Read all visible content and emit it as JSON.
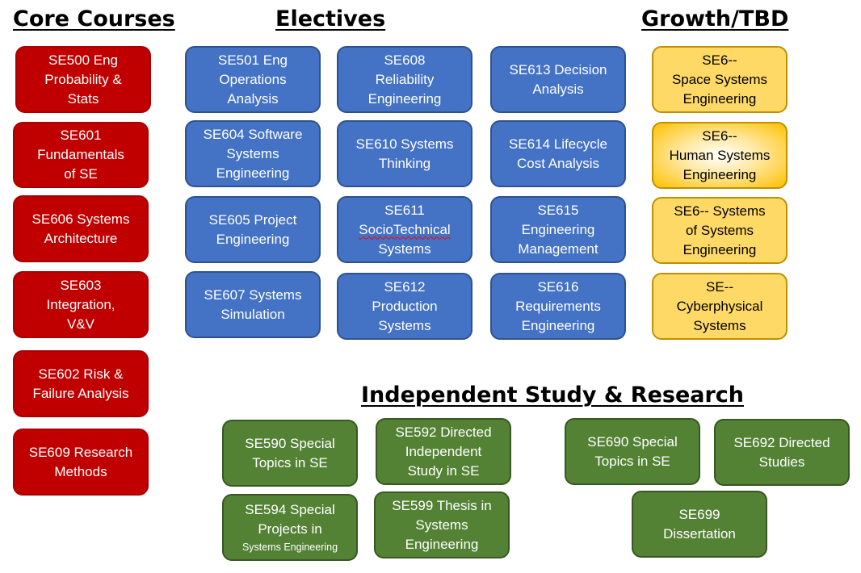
{
  "headings": {
    "core": "Core Courses",
    "electives": "Electives",
    "growth": "Growth/TBD",
    "independent": "Independent Study & Research"
  },
  "colors": {
    "core": "#c00000",
    "electives": "#4472c4",
    "growth": "#ffd966",
    "independent": "#548235"
  },
  "core": [
    {
      "lines": [
        "SE500 Eng",
        "Probability &",
        "Stats"
      ]
    },
    {
      "lines": [
        "SE601",
        "Fundamentals",
        "of SE"
      ]
    },
    {
      "lines": [
        "SE606 Systems",
        "Architecture"
      ]
    },
    {
      "lines": [
        "SE603",
        "Integration,",
        "V&V"
      ]
    },
    {
      "lines": [
        "SE602 Risk &",
        "Failure Analysis"
      ]
    },
    {
      "lines": [
        "SE609 Research",
        "Methods"
      ]
    }
  ],
  "electives": [
    {
      "lines": [
        "SE501 Eng",
        "Operations",
        "Analysis"
      ]
    },
    {
      "lines": [
        "SE604 Software",
        "Systems",
        "Engineering"
      ]
    },
    {
      "lines": [
        "SE605 Project",
        "Engineering"
      ]
    },
    {
      "lines": [
        "SE607 Systems",
        "Simulation"
      ]
    },
    {
      "lines": [
        "SE608",
        "Reliability",
        "Engineering"
      ]
    },
    {
      "lines": [
        "SE610 Systems",
        "Thinking"
      ]
    },
    {
      "lines": [
        "SE611",
        "SocioTechnical",
        "Systems"
      ]
    },
    {
      "lines": [
        "SE612",
        "Production",
        "Systems"
      ]
    },
    {
      "lines": [
        "SE613 Decision",
        "Analysis"
      ]
    },
    {
      "lines": [
        "SE614 Lifecycle",
        "Cost Analysis"
      ]
    },
    {
      "lines": [
        "SE615",
        "Engineering",
        "Management"
      ]
    },
    {
      "lines": [
        "SE616",
        "Requirements",
        "Engineering"
      ]
    }
  ],
  "growth": [
    {
      "lines": [
        "SE6--",
        "Space Systems",
        "Engineering"
      ]
    },
    {
      "lines": [
        "SE6--",
        "Human Systems",
        "Engineering"
      ]
    },
    {
      "lines": [
        "SE6-- Systems",
        "of Systems",
        "Engineering"
      ]
    },
    {
      "lines": [
        "SE--",
        "Cyberphysical",
        "Systems"
      ]
    }
  ],
  "independent": [
    {
      "lines": [
        "SE590 Special",
        "Topics in SE"
      ]
    },
    {
      "lines": [
        "SE592 Directed",
        "Independent",
        "Study in SE"
      ]
    },
    {
      "lines": [
        "SE594 Special",
        "Projects in",
        "Systems Engineering"
      ]
    },
    {
      "lines": [
        "SE599 Thesis in",
        "Systems",
        "Engineering"
      ]
    },
    {
      "lines": [
        "SE690 Special",
        "Topics in SE"
      ]
    },
    {
      "lines": [
        "SE692 Directed",
        "Studies"
      ]
    },
    {
      "lines": [
        "SE699",
        "Dissertation"
      ]
    }
  ]
}
